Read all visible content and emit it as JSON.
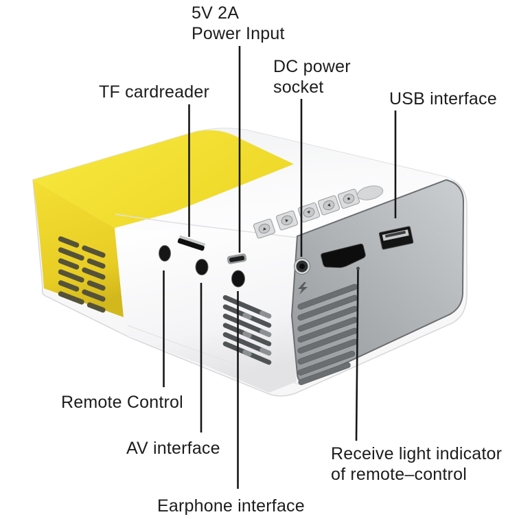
{
  "diagram": {
    "subject": "mini projector ports diagram",
    "labels": {
      "power_input": {
        "line1": "5V 2A",
        "line2": "Power Input"
      },
      "dc_socket": {
        "line1": "DC power",
        "line2": "socket"
      },
      "tf_cardreader": {
        "text": "TF cardreader"
      },
      "usb_interface": {
        "text": "USB interface"
      },
      "remote_control": {
        "text": "Remote Control"
      },
      "av_interface": {
        "text": "AV interface"
      },
      "earphone_interface": {
        "text": "Earphone interface"
      },
      "receive_indicator": {
        "line1": "Receive light indicator",
        "line2": "of remote–control"
      }
    },
    "colors": {
      "accent_yellow": "#f2dc2e",
      "body_white": "#fbfbfc",
      "side_gray": "#a9adb0",
      "label_text": "#1c1c1c",
      "leader_line": "#161616"
    }
  }
}
